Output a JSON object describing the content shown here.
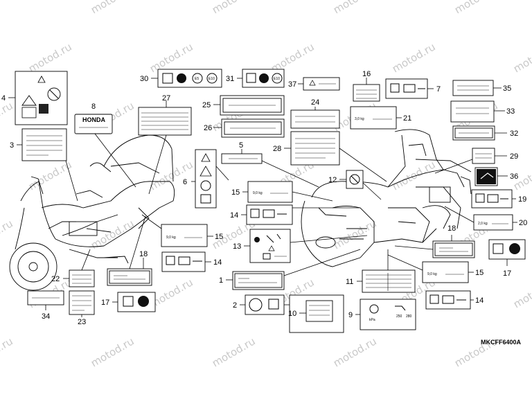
{
  "watermark": "motod.ru",
  "diagram_code": "MKCFF6400A",
  "callouts": [
    "1",
    "2",
    "3",
    "4",
    "5",
    "6",
    "7",
    "8",
    "9",
    "10",
    "11",
    "12",
    "13",
    "14",
    "15",
    "16",
    "17",
    "18",
    "19",
    "20",
    "21",
    "22",
    "23",
    "24",
    "25",
    "26",
    "27",
    "28",
    "29",
    "30",
    "31",
    "32",
    "33",
    "34",
    "35",
    "36",
    "37"
  ],
  "label_texts": {
    "brand": "HONDA",
    "fuel_e5": "E5",
    "fuel_e10": "E10",
    "load_weight": "9,0 kg",
    "load_weight_small": "3,0 kg",
    "load_weight_mid": "2,0 kg",
    "tire_front_pressure": "250",
    "tire_rear_pressure": "280",
    "tire_unit": "kPa"
  }
}
